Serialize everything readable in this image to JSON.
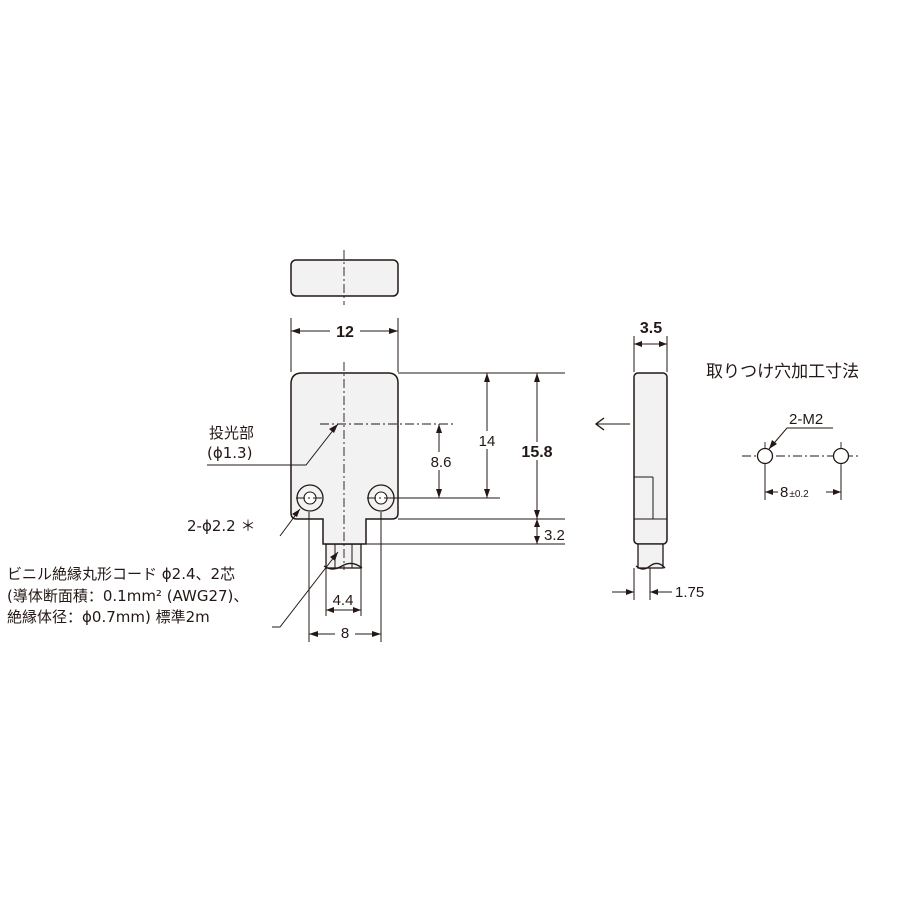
{
  "dimensions": {
    "width_12": "12",
    "depth_3_5": "3.5",
    "height_15_8": "15.8",
    "height_14": "14",
    "height_8_6": "8.6",
    "cord_3_2": "3.2",
    "thick_1_75": "1.75",
    "cord_4_4": "4.4",
    "cord_8": "8",
    "mount_pitch_base": "8",
    "mount_pitch_tol": "±0.2"
  },
  "labels": {
    "emitter_title": "投光部",
    "emitter_size": "(ϕ1.3)",
    "hole_spec": "2-ϕ2.2 ＊",
    "cable_line1": "ビニル絶縁丸形コード  ϕ2.4、2芯",
    "cable_line2": "(導体断面積：0.1mm² (AWG27)、",
    "cable_line3": "絶縁体径：ϕ0.7mm) 標準2m",
    "mounting_title": "取りつけ穴加工寸法",
    "mount_thread": "2-M2",
    "arrow_symbol": "←"
  }
}
